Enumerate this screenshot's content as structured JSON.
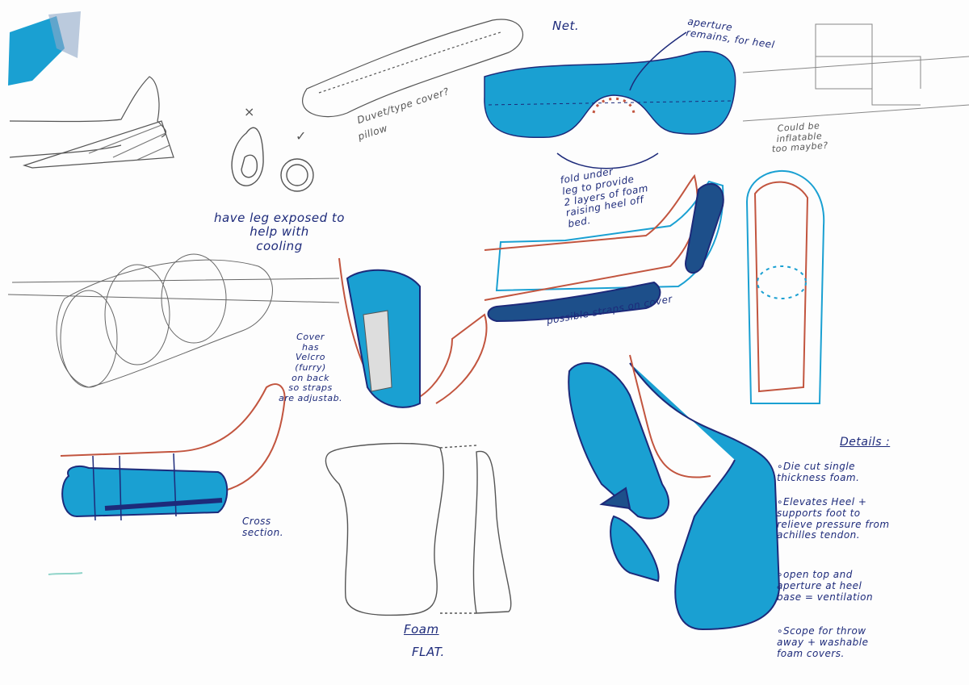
{
  "annotations": {
    "net": "Net.",
    "aperture": "aperture\nremains, for heel",
    "duvet": "Duvet/type cover?",
    "pillow": "pillow",
    "inflatable": "Could be\ninflatable\ntoo maybe?",
    "fold": "fold under\nleg to provide\n2 layers of foam\nraising heel off\nbed.",
    "leg_exposed": "have leg exposed to\nhelp with\ncooling",
    "straps": "possible straps on cover",
    "cover": "Cover\nhas\nVelcro\n(furry)\non back\nso straps\nare adjustab.",
    "cross_section": "Cross\nsection.",
    "foam": "Foam",
    "flat": "FLAT.",
    "mark_x": "×",
    "mark_tick": "✓"
  },
  "details": {
    "title": "Details :",
    "items": [
      "Die cut single\nthickness foam.",
      "Elevates Heel +\nsupports foot to\nrelieve pressure from\nachilles tendon.",
      "open top and\naperture at heel\nbase = ventilation",
      "Scope for throw\naway + washable\nfoam covers."
    ]
  },
  "colors": {
    "blue": "#1aa0d2",
    "ink": "#1d2a7a",
    "red": "#c2553f",
    "pencil": "#555555"
  }
}
